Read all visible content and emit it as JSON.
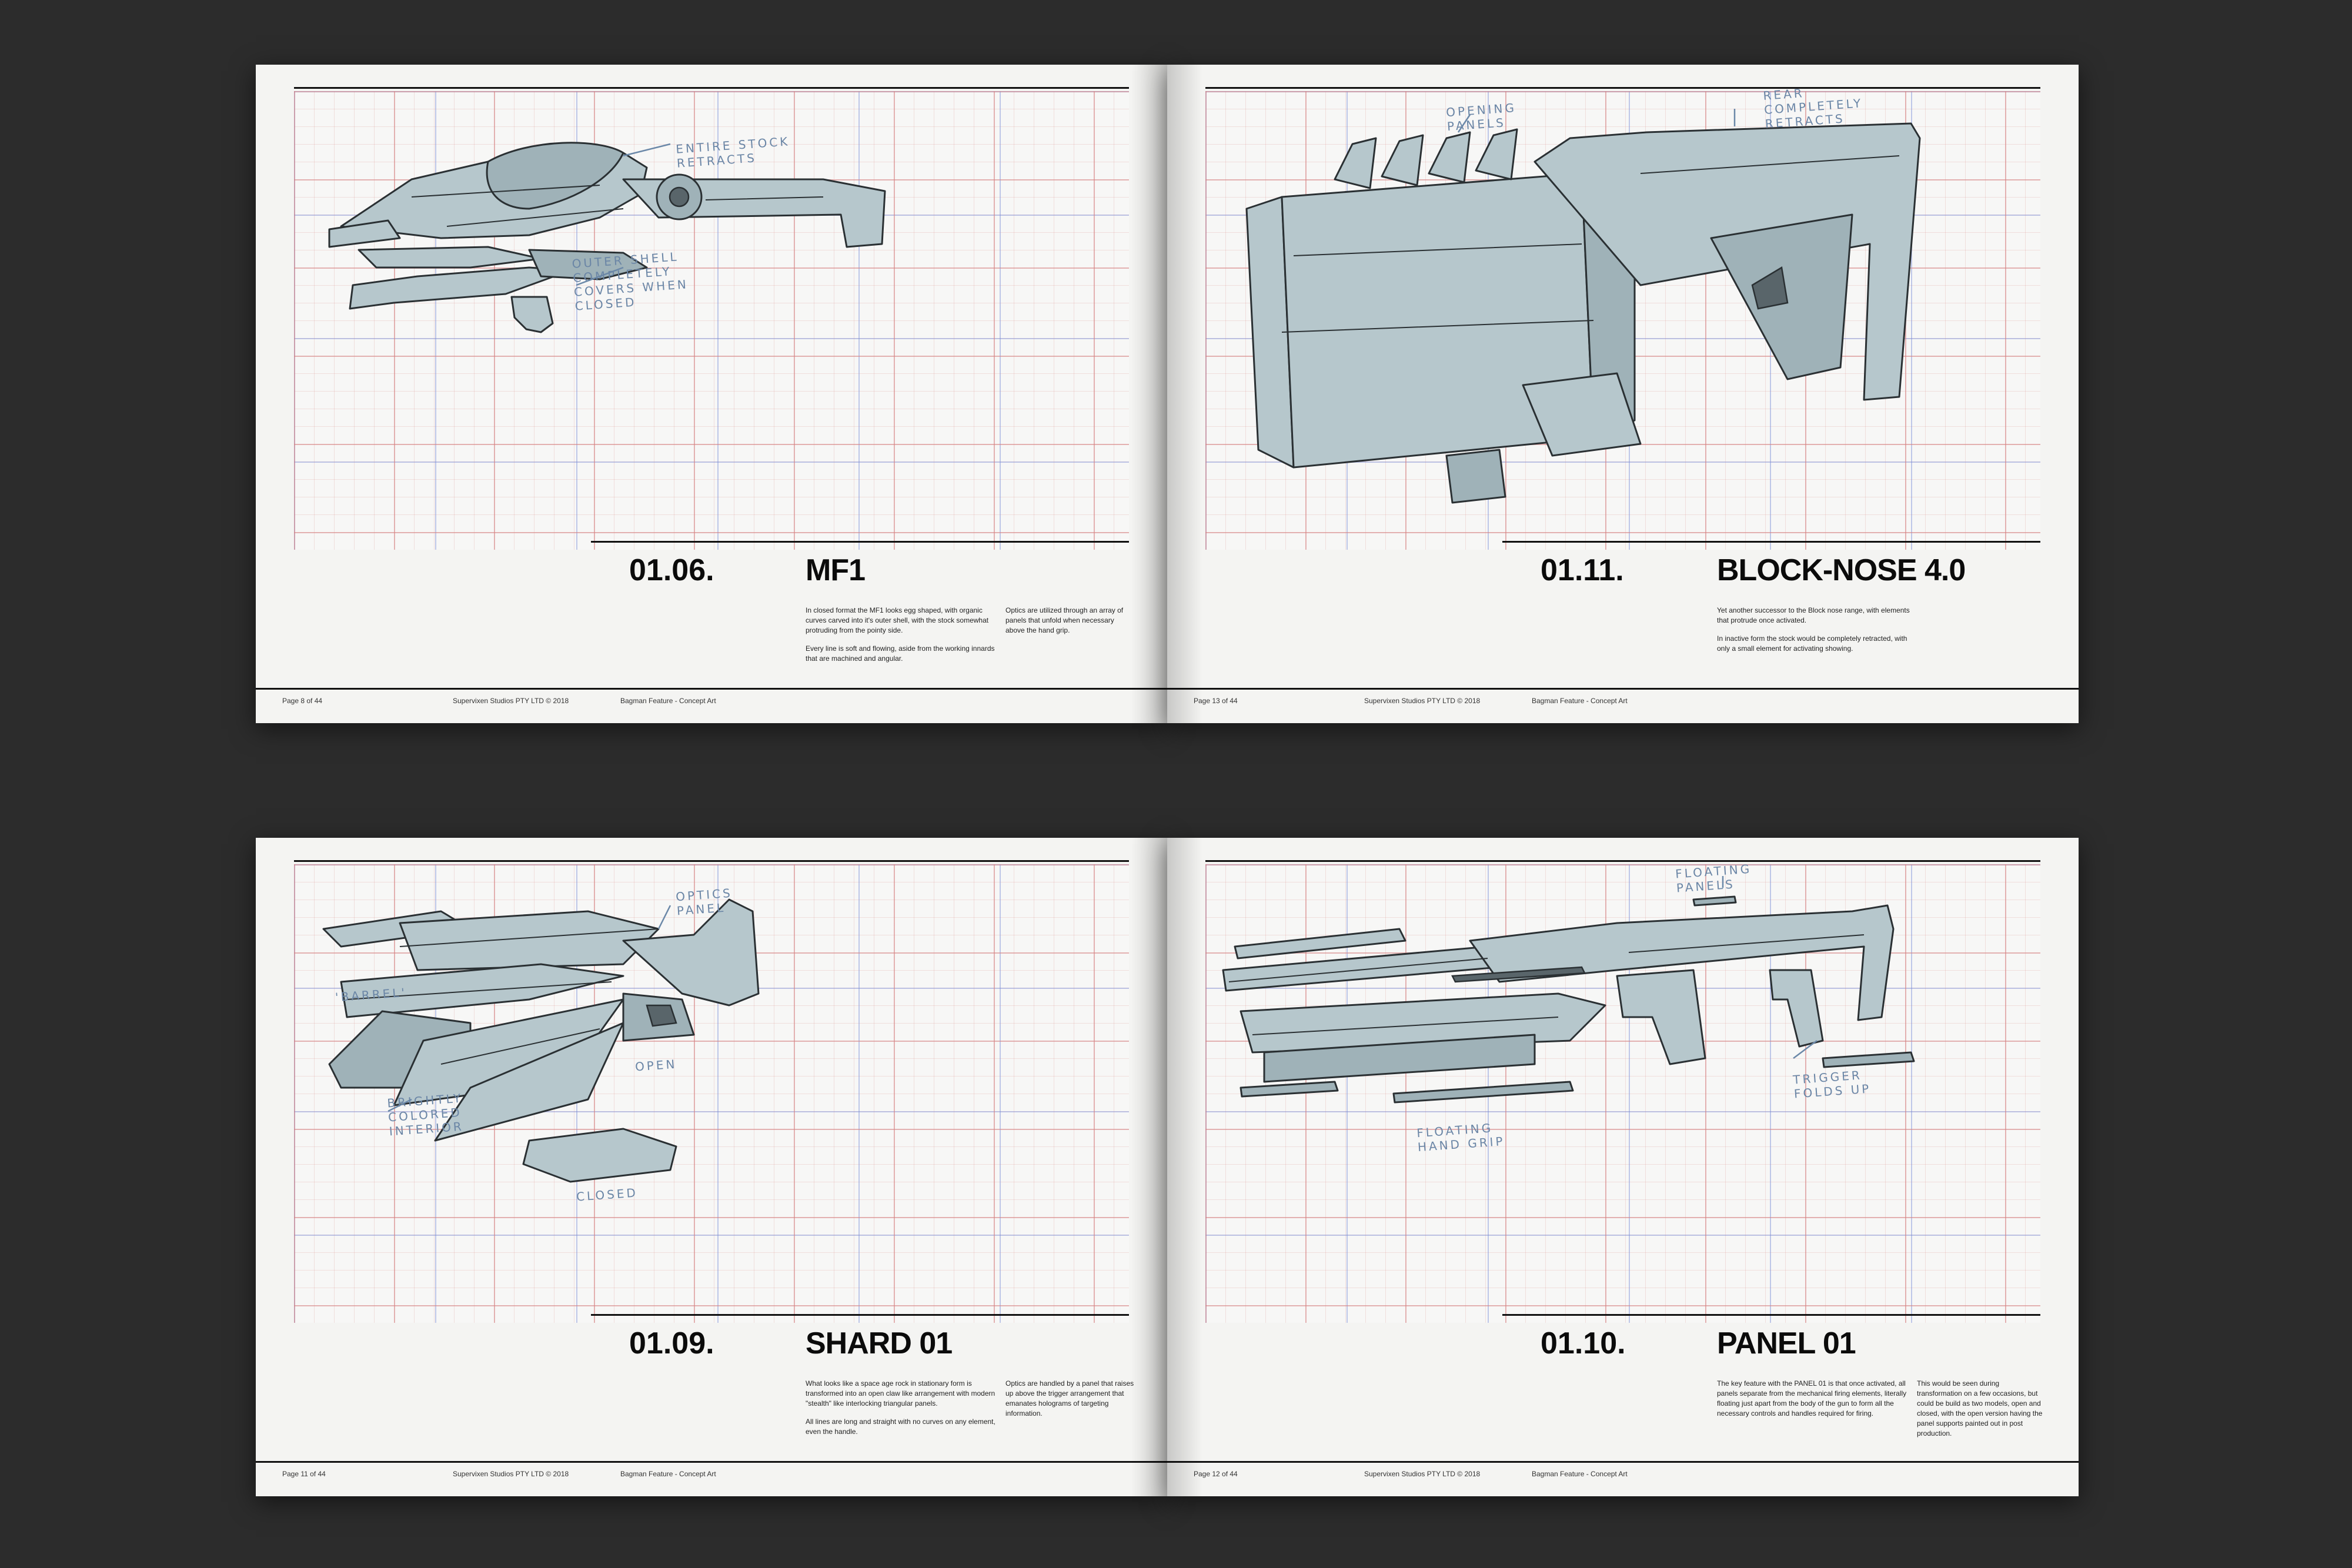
{
  "spreads": [
    {
      "left": {
        "code": "01.06.",
        "title": "MF1",
        "col1": [
          "In closed format the MF1 looks egg shaped, with organic curves carved into it's outer shell, with the stock somewhat protruding from the pointy side.",
          "Every line is soft and flowing, aside from the working innards that are machined and angular."
        ],
        "col2": [
          "Optics are utilized through an array of panels that unfold when necessary above the hand grip."
        ],
        "notes": [
          "ENTIRE STOCK\nRETRACTS",
          "OUTER SHELL\nCOMPLETELY\nCOVERS WHEN\nCLOSED"
        ],
        "footer": {
          "page": "Page 8 of 44",
          "studio": "Supervixen Studios PTY LTD © 2018",
          "project": "Bagman Feature - Concept Art"
        }
      },
      "right": {
        "code": "01.11.",
        "title": "BLOCK-NOSE 4.0",
        "col1": [
          "Yet another successor to the Block nose range, with elements that protrude once activated.",
          "In inactive form the stock would be completely retracted, with only a small element for activating showing."
        ],
        "notes": [
          "OPENING\nPANELS",
          "REAR\nCOMPLETELY\nRETRACTS"
        ],
        "footer": {
          "page": "Page 13 of 44",
          "studio": "Supervixen Studios PTY LTD © 2018",
          "project": "Bagman Feature - Concept Art"
        }
      }
    },
    {
      "left": {
        "code": "01.09.",
        "title": "SHARD 01",
        "col1": [
          "What looks like a space age rock in stationary form is transformed into an open claw like arrangement with modern \"stealth\" like interlocking triangular panels.",
          "All lines are long and straight with no curves on any element, even the handle."
        ],
        "col2": [
          "Optics are handled by a panel that raises up above the trigger arrangement that emanates holograms of targeting information."
        ],
        "notes": [
          "OPTICS\nPANEL",
          "'BARREL'",
          "OPEN",
          "BRIGHTLY\nCOLORED\nINTERIOR",
          "CLOSED"
        ],
        "footer": {
          "page": "Page 11 of 44",
          "studio": "Supervixen Studios PTY LTD © 2018",
          "project": "Bagman Feature - Concept Art"
        }
      },
      "right": {
        "code": "01.10.",
        "title": "PANEL 01",
        "col1": [
          "The key feature with the PANEL 01 is that once activated, all panels separate from the mechanical firing elements, literally floating just apart from the body of the gun to form all the necessary controls and handles required for firing."
        ],
        "col2": [
          "This would be seen during transformation on a few occasions, but could be build as two models, open and closed, with the open version having the panel supports painted out in post production."
        ],
        "notes": [
          "FLOATING\nPANELS",
          "FLOATING\nHAND GRIP",
          "TRIGGER\nFOLDS UP"
        ],
        "footer": {
          "page": "Page 12 of 44",
          "studio": "Supervixen Studios PTY LTD © 2018",
          "project": "Bagman Feature - Concept Art"
        }
      }
    }
  ],
  "colors": {
    "background": "#2c2c2c",
    "paper": "#f4f4f2",
    "gun_fill": "#b6c7cc",
    "note_ink": "#6b86a6",
    "grid_red": "#d68282",
    "grid_blue": "#788cd7"
  }
}
